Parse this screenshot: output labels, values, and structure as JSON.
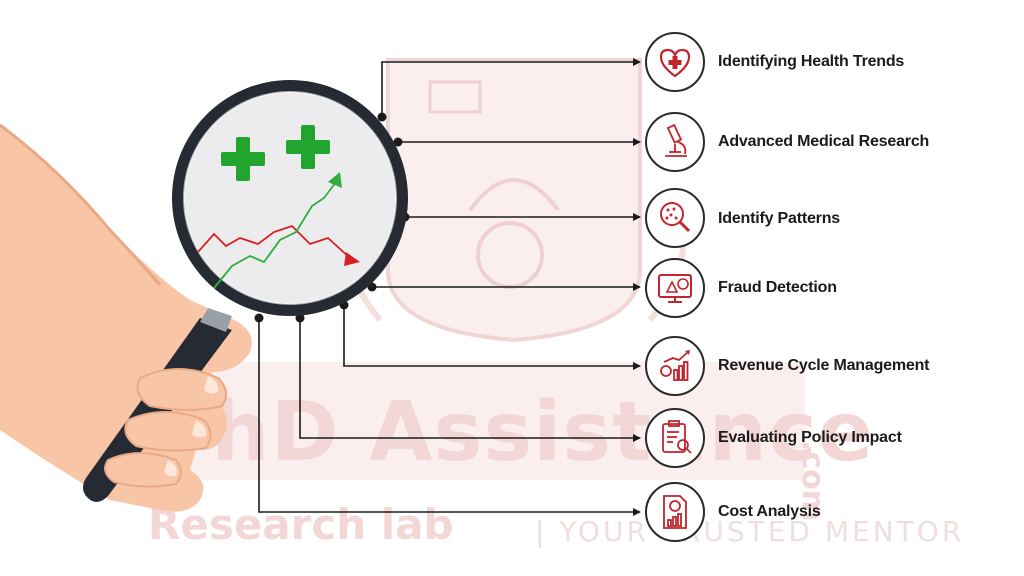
{
  "watermark": {
    "main": "PhD Assistance",
    "sub": "Research lab",
    "tagline": "| YOUR TRUSTED MENTOR",
    "tld": ".com"
  },
  "items": [
    {
      "label": "Identifying Health Trends",
      "icon": "heart-plus-icon"
    },
    {
      "label": "Advanced Medical Research",
      "icon": "microscope-icon"
    },
    {
      "label": "Identify Patterns",
      "icon": "pattern-magnifier-icon"
    },
    {
      "label": "Fraud Detection",
      "icon": "fraud-alert-monitor-icon"
    },
    {
      "label": "Revenue Cycle Management",
      "icon": "revenue-growth-chart-icon"
    },
    {
      "label": "Evaluating Policy Impact",
      "icon": "clipboard-magnifier-icon"
    },
    {
      "label": "Cost Analysis",
      "icon": "cost-report-icon"
    }
  ],
  "colors": {
    "accent_red": "#c0262d",
    "plus_green": "#22a52f",
    "trend_green": "#2fae3c",
    "trend_red": "#d92020",
    "dark": "#222831",
    "watermark": "#f3d6d6"
  }
}
